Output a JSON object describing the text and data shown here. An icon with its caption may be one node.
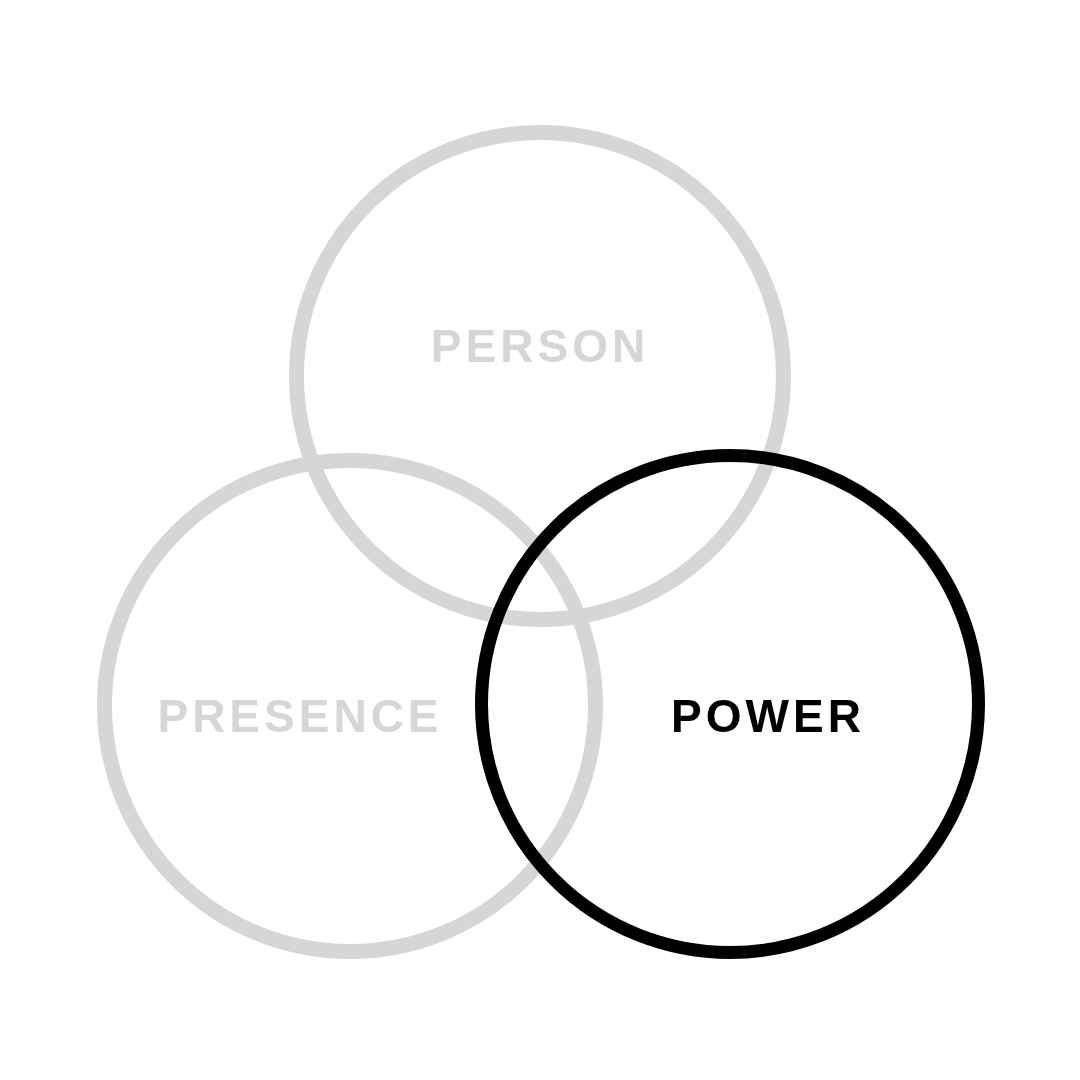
{
  "diagram": {
    "nodes": [
      {
        "text": [
          "PERSON"
        ]
      },
      {
        "text": [
          "PRESENCE"
        ]
      },
      {
        "text": [
          "POWER"
        ]
      }
    ]
  }
}
